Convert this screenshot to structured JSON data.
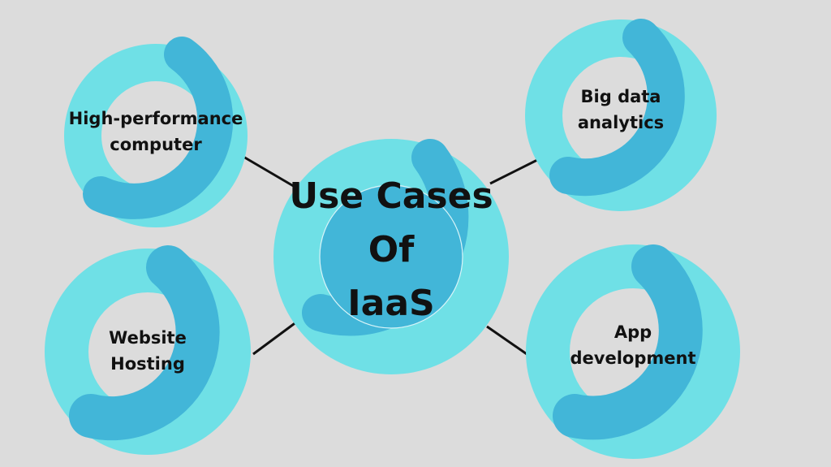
{
  "colors": {
    "background": "#dcdcdc",
    "ring_light": "#6fe0e6",
    "ring_dark": "#42b6d8",
    "connector": "#111111",
    "text": "#111111"
  },
  "center": {
    "line1": "Use Cases",
    "line2": "Of",
    "line3": "IaaS"
  },
  "nodes": {
    "hpc": {
      "line1": "High-performance",
      "line2": "computer"
    },
    "bigdata": {
      "line1": "Big data",
      "line2": "analytics"
    },
    "hosting": {
      "line1": "Website",
      "line2": "Hosting"
    },
    "appdev": {
      "line1": "App",
      "line2": "development"
    }
  }
}
